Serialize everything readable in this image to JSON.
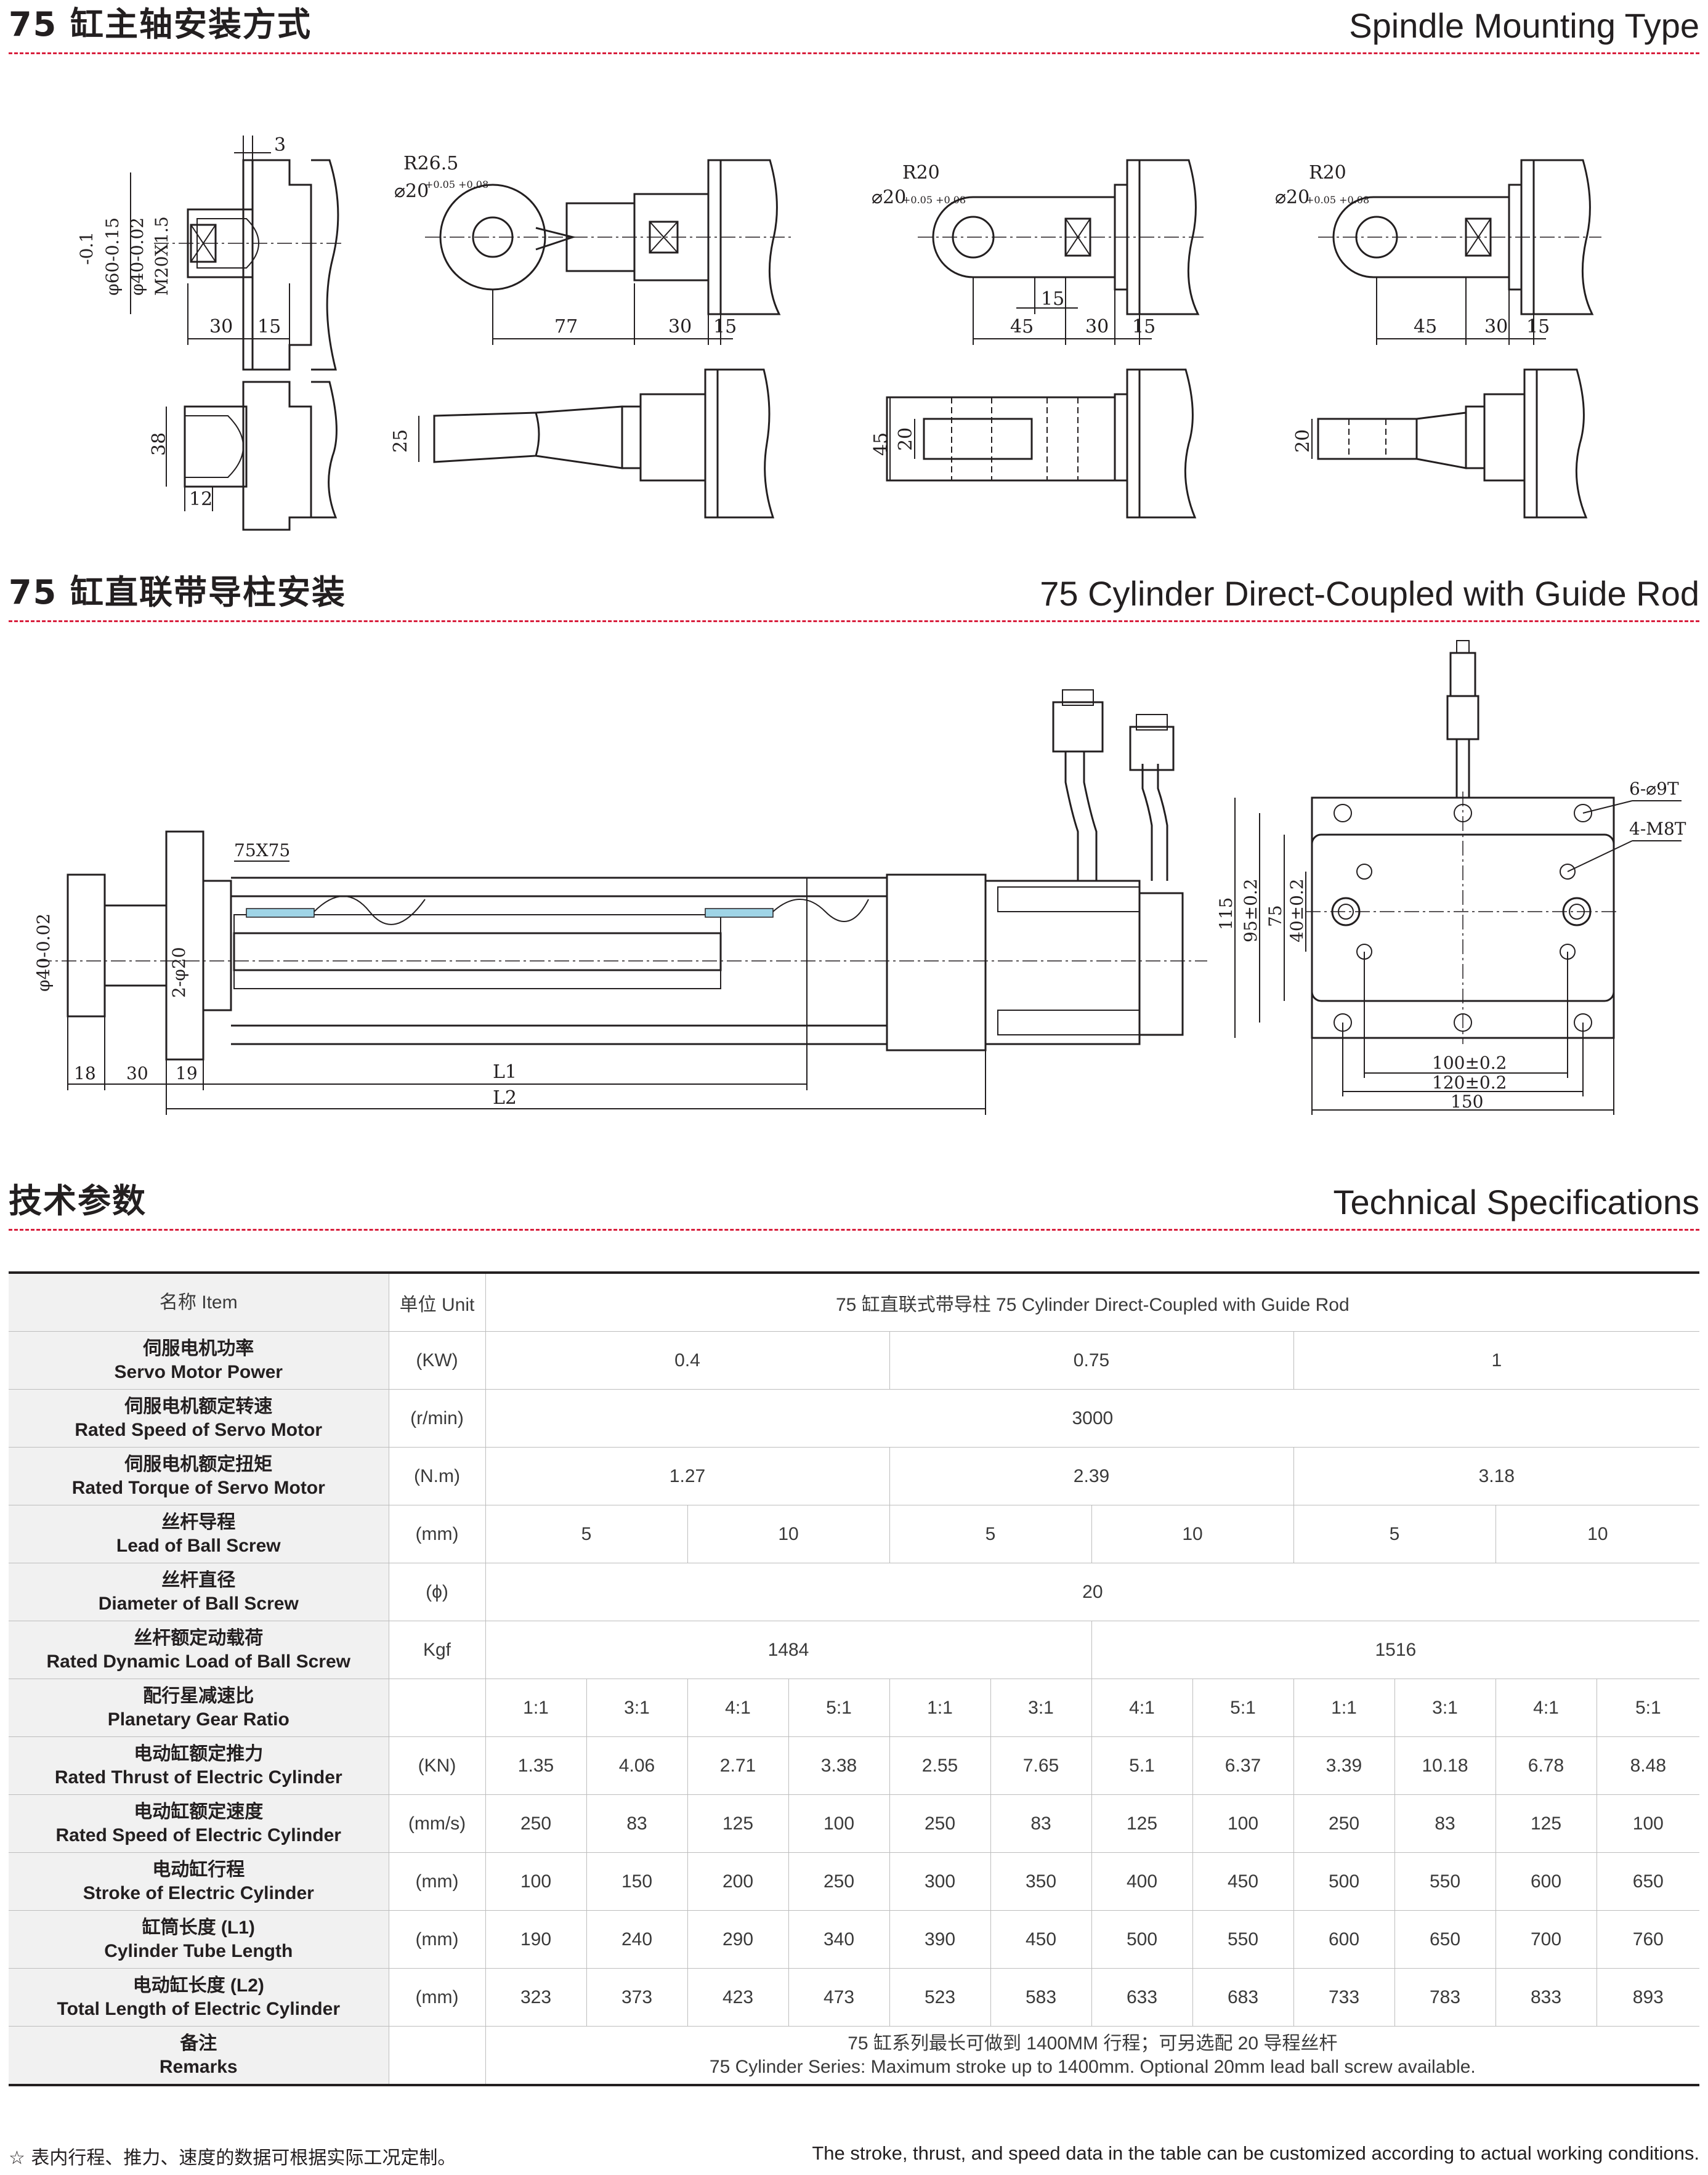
{
  "sections": {
    "spindle": {
      "title_cn": "75 缸主轴安装方式",
      "title_en": "Spindle Mounting Type"
    },
    "guide": {
      "title_cn": "75 缸直联带导柱安装",
      "title_en": "75 Cylinder Direct-Coupled with Guide Rod"
    },
    "tech": {
      "title_cn": "技术参数",
      "title_en": "Technical Specifications"
    }
  },
  "drawing_labels": {
    "d1_3": "3",
    "d1_tol": "-0.1",
    "d1_phi60": "φ60-0.15",
    "d1_phi40": "φ40-0.02",
    "d1_m20": "M20X1.5",
    "d1_30": "30",
    "d1_15": "15",
    "d1_38": "38",
    "d1_12": "12",
    "d2_r": "R26.5",
    "d2_phi": "⌀20",
    "d2_tol": "+0.05 +0.08",
    "d2_77": "77",
    "d2_30": "30",
    "d2_15": "15",
    "d2_25": "25",
    "d3_r": "R20",
    "d3_phi": "⌀20",
    "d3_tol": "+0.05 +0.08",
    "d3_15a": "15",
    "d3_45": "45",
    "d3_30": "30",
    "d3_15b": "15",
    "d3_45v": "45",
    "d3_20v": "20",
    "d4_r": "R20",
    "d4_phi": "⌀20",
    "d4_tol": "+0.05 +0.08",
    "d4_45": "45",
    "d4_30": "30",
    "d4_15": "15",
    "d4_20v": "20",
    "g_75x75": "75X75",
    "g_phi40": "φ40-0.02",
    "g_2phi20": "2-φ20",
    "g_18": "18",
    "g_30": "30",
    "g_19": "19",
    "g_l1": "L1",
    "g_l2": "L2",
    "f_6phi9": "6-⌀9T",
    "f_4m8": "4-M8T",
    "f_115": "115",
    "f_95": "95±0.2",
    "f_75": "75",
    "f_40": "40±0.2",
    "f_100": "100±0.2",
    "f_120": "120±0.2",
    "f_150": "150"
  },
  "table": {
    "header": {
      "item": "名称 Item",
      "unit": "单位 Unit",
      "model": "75 缸直联式带导柱 75 Cylinder Direct-Coupled with Guide Rod"
    },
    "rows": {
      "power": {
        "cn": "伺服电机功率",
        "en": "Servo Motor Power",
        "unit": "(KW)",
        "values": [
          "0.4",
          "0.75",
          "1"
        ]
      },
      "speed": {
        "cn": "伺服电机额定转速",
        "en": "Rated Speed of Servo Motor",
        "unit": "(r/min)",
        "values": [
          "3000"
        ]
      },
      "torque": {
        "cn": "伺服电机额定扭矩",
        "en": "Rated Torque of Servo Motor",
        "unit": "(N.m)",
        "values": [
          "1.27",
          "2.39",
          "3.18"
        ]
      },
      "lead": {
        "cn": "丝杆导程",
        "en": "Lead of Ball Screw",
        "unit": "(mm)",
        "values": [
          "5",
          "10",
          "5",
          "10",
          "5",
          "10"
        ]
      },
      "diameter": {
        "cn": "丝杆直径",
        "en": "Diameter of Ball Screw",
        "unit": "(ϕ)",
        "values": [
          "20"
        ]
      },
      "load": {
        "cn": "丝杆额定动载荷",
        "en": "Rated Dynamic Load of Ball Screw",
        "unit": "Kgf",
        "values": [
          "1484",
          "1516"
        ]
      },
      "ratio": {
        "cn": "配行星减速比",
        "en": "Planetary Gear Ratio",
        "unit": "",
        "values": [
          "1:1",
          "3:1",
          "4:1",
          "5:1",
          "1:1",
          "3:1",
          "4:1",
          "5:1",
          "1:1",
          "3:1",
          "4:1",
          "5:1"
        ]
      },
      "thrust": {
        "cn": "电动缸额定推力",
        "en": "Rated Thrust of Electric Cylinder",
        "unit": "(KN)",
        "values": [
          "1.35",
          "4.06",
          "2.71",
          "3.38",
          "2.55",
          "7.65",
          "5.1",
          "6.37",
          "3.39",
          "10.18",
          "6.78",
          "8.48"
        ]
      },
      "cyl_speed": {
        "cn": "电动缸额定速度",
        "en": "Rated Speed of Electric Cylinder",
        "unit": "(mm/s)",
        "values": [
          "250",
          "83",
          "125",
          "100",
          "250",
          "83",
          "125",
          "100",
          "250",
          "83",
          "125",
          "100"
        ]
      },
      "stroke": {
        "cn": "电动缸行程",
        "en": "Stroke of Electric Cylinder",
        "unit": "(mm)",
        "values": [
          "100",
          "150",
          "200",
          "250",
          "300",
          "350",
          "400",
          "450",
          "500",
          "550",
          "600",
          "650"
        ]
      },
      "tube": {
        "cn": "缸筒长度 (L1)",
        "en": "Cylinder Tube Length",
        "unit": "(mm)",
        "values": [
          "190",
          "240",
          "290",
          "340",
          "390",
          "450",
          "500",
          "550",
          "600",
          "650",
          "700",
          "760"
        ]
      },
      "total": {
        "cn": "电动缸长度 (L2)",
        "en": "Total Length of Electric Cylinder",
        "unit": "(mm)",
        "values": [
          "323",
          "373",
          "423",
          "473",
          "523",
          "583",
          "633",
          "683",
          "733",
          "783",
          "833",
          "893"
        ]
      },
      "remarks": {
        "cn": "备注",
        "en": "Remarks",
        "unit": "",
        "line1": "75 缸系列最长可做到 1400MM 行程；可另选配 20 导程丝杆",
        "line2": "75 Cylinder Series: Maximum stroke up to 1400mm. Optional 20mm lead ball screw available."
      }
    }
  },
  "notes": {
    "cn": "☆ 表内行程、推力、速度的数据可根据实际工况定制。",
    "en": "The stroke, thrust, and speed data in the table can be customized according to actual working conditions."
  },
  "colors": {
    "accent_dash": "#d81e3c",
    "table_shade": "#f1f1f1",
    "guide_tint": "#9fd4e6"
  }
}
